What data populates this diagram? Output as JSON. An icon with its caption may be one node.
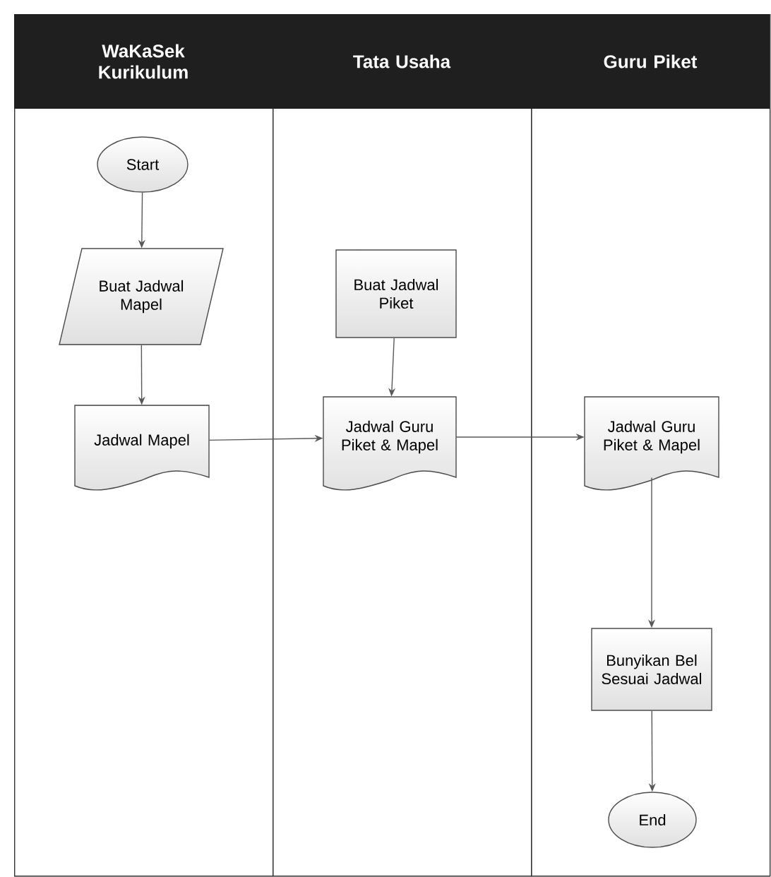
{
  "diagram": {
    "nodes": [
      {
        "text": [
          "WaKaSek Kurikulum"
        ]
      },
      {
        "text": [
          "Tata Usaha"
        ]
      },
      {
        "text": [
          "Guru Piket"
        ]
      },
      {
        "text": [
          "Start"
        ],
        "in": 0
      },
      {
        "text": [
          "Buat Jadwal Mapel"
        ],
        "in": 0
      },
      {
        "text": [
          "Jadwal Mapel"
        ],
        "in": 0
      },
      {
        "text": [
          "Buat Jadwal Piket"
        ],
        "in": 1
      },
      {
        "text": [
          "Jadwal Guru Piket & Mapel"
        ],
        "in": 1
      },
      {
        "text": [
          "Jadwal Guru Piket & Mapel"
        ],
        "in": 2
      },
      {
        "text": [
          "Bunyikan Bel Sesuai Jadwal"
        ],
        "in": 2
      },
      {
        "text": [
          "End"
        ],
        "in": 2
      }
    ],
    "edges": [
      {
        "from": 3,
        "to": 4,
        "arrow": "to"
      },
      {
        "from": 4,
        "to": 5,
        "arrow": "to"
      },
      {
        "from": 5,
        "to": 7,
        "arrow": "to"
      },
      {
        "from": 6,
        "to": 7,
        "arrow": "to"
      },
      {
        "from": 7,
        "to": 8,
        "arrow": "to"
      },
      {
        "from": 8,
        "to": 9,
        "arrow": "to"
      },
      {
        "from": 9,
        "to": 10,
        "arrow": "to"
      }
    ]
  }
}
